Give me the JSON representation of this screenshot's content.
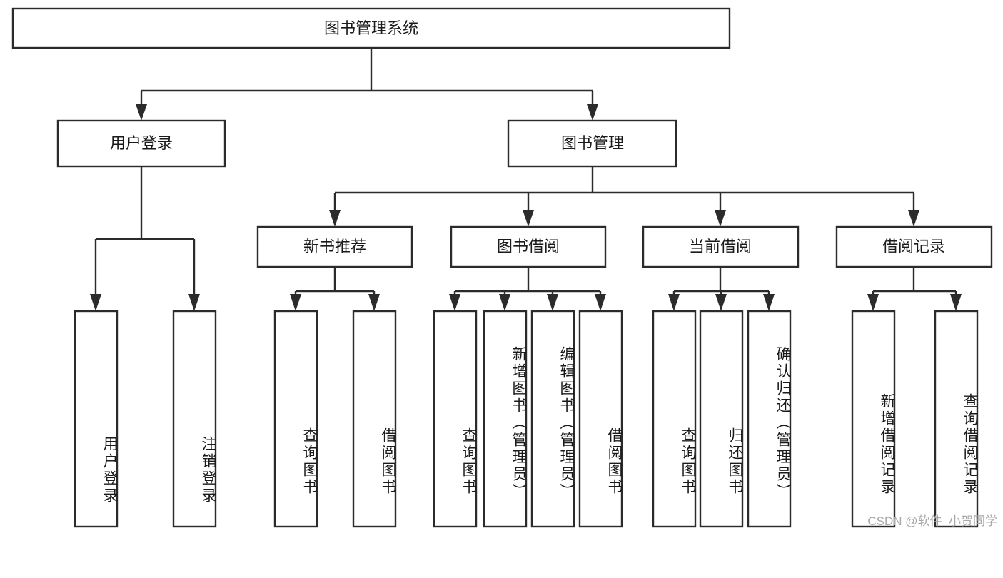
{
  "diagram": {
    "type": "tree-hierarchy",
    "title": "图书管理系统",
    "orientation": "top-down",
    "root": {
      "label": "图书管理系统",
      "level": 0
    },
    "level2": [
      {
        "label": "用户登录"
      },
      {
        "label": "图书管理"
      }
    ],
    "level3": [
      {
        "label": "新书推荐",
        "parent": "图书管理"
      },
      {
        "label": "图书借阅",
        "parent": "图书管理"
      },
      {
        "label": "当前借阅",
        "parent": "图书管理"
      },
      {
        "label": "借阅记录",
        "parent": "图书管理"
      }
    ],
    "leaves": {
      "user_login": [
        {
          "label": "用户登录"
        },
        {
          "label": "注销登录"
        }
      ],
      "new_book_recommend": [
        {
          "label": "查询图书"
        },
        {
          "label": "借阅图书"
        }
      ],
      "book_borrow": [
        {
          "label": "查询图书"
        },
        {
          "label": "新增图书（管理员）"
        },
        {
          "label": "编辑图书（管理员）"
        },
        {
          "label": "借阅图书"
        }
      ],
      "current_borrow": [
        {
          "label": "查询图书"
        },
        {
          "label": "归还图书"
        },
        {
          "label": "确认归还（管理员）"
        }
      ],
      "borrow_record": [
        {
          "label": "新增借阅记录"
        },
        {
          "label": "查询借阅记录"
        }
      ]
    }
  },
  "watermark": {
    "text": "CSDN @软件_小贺同学"
  },
  "colors": {
    "stroke": "#2b2b2b",
    "text": "#1a1a1a",
    "background": "#ffffff",
    "watermark": "#a8a8a8"
  }
}
